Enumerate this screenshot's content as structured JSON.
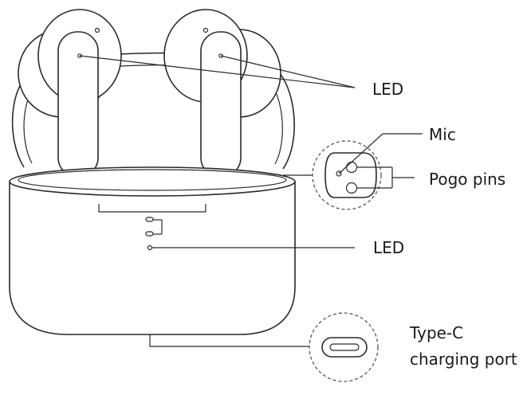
{
  "labels": {
    "led_earbuds": "LED",
    "mic": "Mic",
    "pogo_pins": "Pogo pins",
    "led_case": "LED",
    "typec_line1": "Type-C",
    "typec_line2": "charging port"
  },
  "colors": {
    "stroke": "#2a2a2a",
    "background": "#ffffff",
    "text": "#1a1a1a"
  }
}
